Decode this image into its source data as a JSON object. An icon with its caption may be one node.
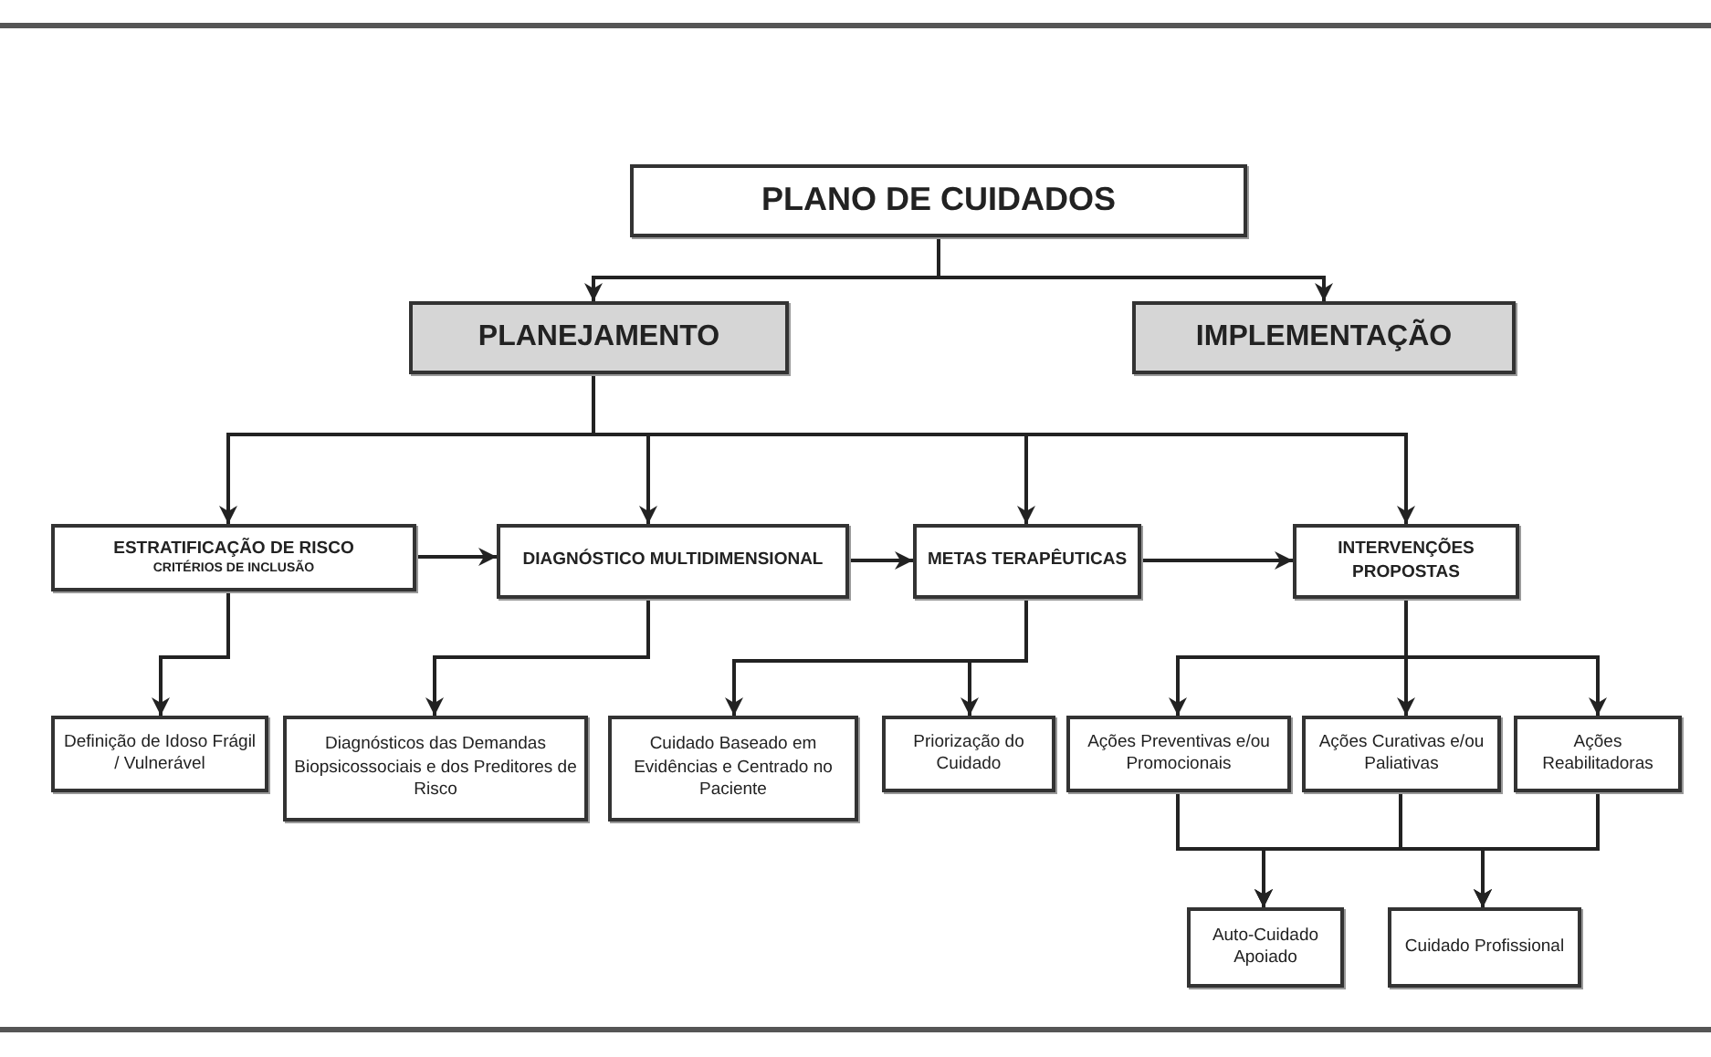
{
  "diagram": {
    "nodes": [
      {
        "text": [
          "PLANO DE CUIDADOS"
        ]
      },
      {
        "text": [
          "PLANEJAMENTO"
        ]
      },
      {
        "text": [
          "IMPLEMENTAÇÃO"
        ]
      },
      {
        "text": [
          "ESTRATIFICAÇÃO DE RISCO",
          "CRITÉRIOS DE INCLUSÃO"
        ]
      },
      {
        "text": [
          "DIAGNÓSTICO MULTIDIMENSIONAL"
        ]
      },
      {
        "text": [
          "METAS TERAPÊUTICAS"
        ]
      },
      {
        "text": [
          "INTERVENÇÕES PROPOSTAS"
        ]
      },
      {
        "text": [
          "Definição de Idoso Frágil / Vulnerável"
        ]
      },
      {
        "text": [
          "Diagnósticos das Demandas Biopsicossociais e dos Preditores de Risco"
        ]
      },
      {
        "text": [
          "Cuidado Baseado em Evidências e Centrado no Paciente"
        ]
      },
      {
        "text": [
          "Priorização do Cuidado"
        ]
      },
      {
        "text": [
          "Ações Preventivas e/ou Promocionais"
        ]
      },
      {
        "text": [
          "Ações Curativas e/ou Paliativas"
        ]
      },
      {
        "text": [
          "Ações Reabilitadoras"
        ]
      },
      {
        "text": [
          "Auto-Cuidado Apoiado"
        ]
      },
      {
        "text": [
          "Cuidado Profissional"
        ]
      }
    ],
    "edges": [
      {
        "from": 0,
        "to": 1,
        "arrow": "to"
      },
      {
        "from": 0,
        "to": 2,
        "arrow": "to"
      },
      {
        "from": 1,
        "to": 3,
        "arrow": "to"
      },
      {
        "from": 1,
        "to": 4,
        "arrow": "to"
      },
      {
        "from": 1,
        "to": 5,
        "arrow": "to"
      },
      {
        "from": 1,
        "to": 6,
        "arrow": "to"
      },
      {
        "from": 3,
        "to": 4,
        "arrow": "to"
      },
      {
        "from": 4,
        "to": 5,
        "arrow": "to"
      },
      {
        "from": 5,
        "to": 6,
        "arrow": "to"
      },
      {
        "from": 3,
        "to": 7,
        "arrow": "to"
      },
      {
        "from": 4,
        "to": 8,
        "arrow": "to"
      },
      {
        "from": 5,
        "to": 9,
        "arrow": "to"
      },
      {
        "from": 5,
        "to": 10,
        "arrow": "to"
      },
      {
        "from": 6,
        "to": 11,
        "arrow": "to"
      },
      {
        "from": 6,
        "to": 12,
        "arrow": "to"
      },
      {
        "from": 6,
        "to": 13,
        "arrow": "to"
      },
      {
        "from": 11,
        "to": 14,
        "arrow": "to"
      },
      {
        "from": 12,
        "to": 14,
        "arrow": "to"
      },
      {
        "from": 13,
        "to": 14,
        "arrow": "to"
      },
      {
        "from": 11,
        "to": 15,
        "arrow": "to"
      },
      {
        "from": 12,
        "to": 15,
        "arrow": "to"
      },
      {
        "from": 13,
        "to": 15,
        "arrow": "to"
      }
    ]
  }
}
